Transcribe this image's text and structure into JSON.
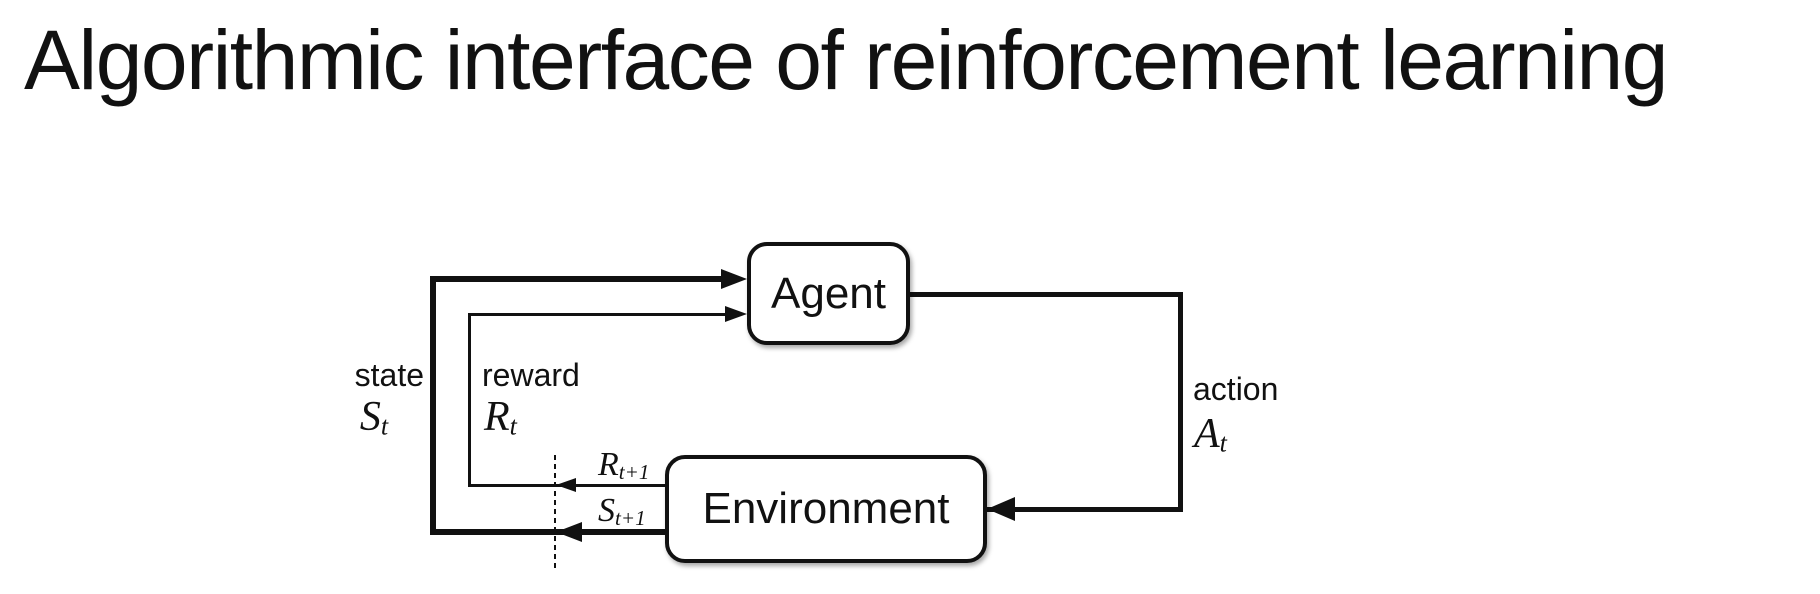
{
  "slide": {
    "title": "Algorithmic interface of reinforcement learning"
  },
  "diagram": {
    "agent": {
      "label": "Agent"
    },
    "environment": {
      "label": "Environment"
    },
    "state": {
      "word": "state",
      "symbol": "S",
      "subscript": "t"
    },
    "reward": {
      "word": "reward",
      "symbol": "R",
      "subscript": "t"
    },
    "action": {
      "word": "action",
      "symbol": "A",
      "subscript": "t"
    },
    "next_reward": {
      "symbol": "R",
      "subscript": "t+1"
    },
    "next_state": {
      "symbol": "S",
      "subscript": "t+1"
    },
    "colors": {
      "ink": "#111111",
      "background": "#ffffff"
    }
  }
}
